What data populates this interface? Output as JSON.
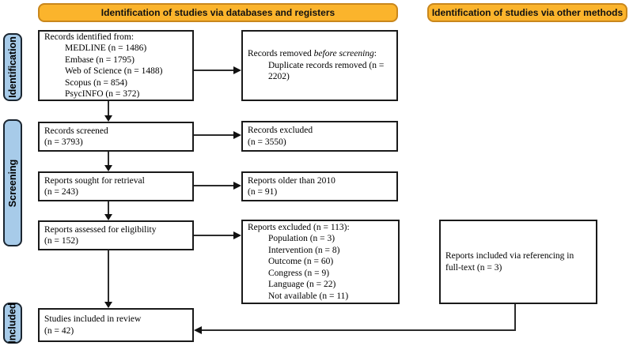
{
  "headers": {
    "databases": "Identification of studies via databases and registers",
    "other_methods": "Identification of studies via other methods"
  },
  "stages": {
    "identification": "Identification",
    "screening": "Screening",
    "included": "Included"
  },
  "boxes": {
    "records_identified": {
      "title": "Records identified from:",
      "items": [
        "MEDLINE (n = 1486)",
        "Embase (n = 1795)",
        "Web of Science (n = 1488)",
        "Scopus (n = 854)",
        "PsycINFO (n = 372)"
      ]
    },
    "records_removed": {
      "title_pre": "Records removed ",
      "title_italic": "before screening",
      "title_post": ":",
      "items": [
        "Duplicate records removed  (n = 2202)"
      ]
    },
    "records_screened": {
      "lines": [
        "Records screened",
        "(n = 3793)"
      ]
    },
    "records_excluded": {
      "lines": [
        "Records excluded",
        "(n = 3550)"
      ]
    },
    "reports_sought": {
      "lines": [
        "Reports sought for retrieval",
        "(n = 243)"
      ]
    },
    "reports_older": {
      "lines": [
        "Reports older than 2010",
        "(n = 91)"
      ]
    },
    "reports_assessed": {
      "lines": [
        "Reports assessed for eligibility",
        "(n = 152)"
      ]
    },
    "reports_excluded": {
      "title": "Reports excluded (n = 113):",
      "items": [
        "Population (n = 3)",
        "Intervention (n = 8)",
        "Outcome (n = 60)",
        "Congress (n = 9)",
        "Language (n = 22)",
        "Not available (n = 11)"
      ]
    },
    "reports_referencing": {
      "lines": [
        "Reports included via referencing in",
        "full-text  (n = 3)"
      ]
    },
    "studies_included": {
      "lines": [
        "Studies included in review",
        "(n = 42)"
      ]
    }
  },
  "colors": {
    "band_fill": "#FBB42C",
    "band_border": "#C9871C",
    "stage_fill": "#A7CBE9",
    "stage_border": "#1A2530",
    "box_border": "#1A1A1A",
    "arrow": "#2B2B2B"
  }
}
